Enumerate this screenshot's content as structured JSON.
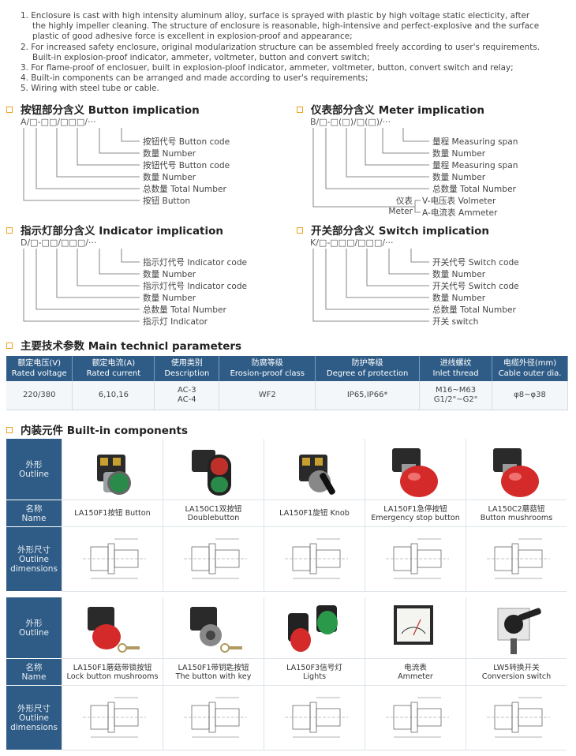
{
  "notes": [
    {
      "main": "1. Enclosure is cast with high intensity aluminum alloy, surface is sprayed with plastic by high voltage static electicity, after",
      "cont": [
        "the highly impeller cleaning. The structure of enclosure is reasonable, high-intensive and perfect-explosive and the surface",
        "plastic of good adhesive force is excellent in explosion-proof and appearance;"
      ]
    },
    {
      "main": "2. For increased safety enclosure, original modularization structure can be assembled freely according to user's requirements.",
      "cont": [
        "Built-in explosion-proof indicator, ammeter, voltmeter, button and convert switch;"
      ]
    },
    {
      "main": "3. For flame-proof of enclosuer, built in explosion-ploof indicator, ammeter, voltmeter, button, convert switch and relay;",
      "cont": []
    },
    {
      "main": "4. Built-in components can be arranged and made according to user's requirements;",
      "cont": []
    },
    {
      "main": "5. Wiring with steel tube or cable.",
      "cont": []
    }
  ],
  "button_impl": {
    "title": "按钮部分含义 Button implication",
    "code": "A/□-□□/□□□/···",
    "labels": [
      "按钮代号 Button code",
      "数量 Number",
      "按钮代号 Button code",
      "数量 Number",
      "总数量 Total Number",
      "按钮 Button"
    ]
  },
  "meter_impl": {
    "title": "仪表部分含义 Meter implication",
    "code": "B/□-□(□)/□(□)/···",
    "labels": [
      "量程 Measuring span",
      "数量 Number",
      "量程 Measuring span",
      "数量 Number",
      "总数量 Total Number",
      "V-电压表 Volmeter",
      "A-电流表 Ammeter"
    ],
    "side_top": "仪表",
    "side_bottom": "Meter"
  },
  "indicator_impl": {
    "title": "指示灯部分含义 Indicator implication",
    "code": "D/□-□□/□□□/···",
    "labels": [
      "指示灯代号 Indicator code",
      "数量 Number",
      "指示灯代号 Indicator code",
      "数量 Number",
      "总数量 Total Number",
      "指示灯 Indicator"
    ]
  },
  "switch_impl": {
    "title": "开关部分含义 Switch implication",
    "code": "K/□-□□□/□□□/···",
    "labels": [
      "开关代号 Switch code",
      "数量 Number",
      "开关代号 Switch code",
      "数量 Number",
      "总数量 Total Number",
      "开关 switch"
    ]
  },
  "params": {
    "title": "主要技术参数 Main technicl parameters",
    "headers": [
      [
        "额定电压(V)",
        "Rated voltage"
      ],
      [
        "额定电流(A)",
        "Rated current"
      ],
      [
        "使用类别",
        "Description"
      ],
      [
        "防腐等级",
        "Erosion-proof class"
      ],
      [
        "防护等级",
        "Degree of protection"
      ],
      [
        "进线螺纹",
        "Inlet thread"
      ],
      [
        "电缆外径(mm)",
        "Cable outer dia."
      ]
    ],
    "row": [
      [
        "220/380"
      ],
      [
        "6,10,16"
      ],
      [
        "AC-3",
        "AC-4"
      ],
      [
        "WF2"
      ],
      [
        "IP65,IP66*"
      ],
      [
        "M16~M63",
        "G1/2\"~G2\""
      ],
      [
        "φ8~φ38"
      ]
    ]
  },
  "components": {
    "title": "内装元件 Built-in components",
    "row_heads": {
      "outline": [
        "外形",
        "Outline"
      ],
      "name": [
        "名称",
        "Name"
      ],
      "dims": [
        "外形尺寸",
        "Outline",
        "dimensions"
      ]
    },
    "group1": [
      {
        "cn": "LA150F1按钮 Button",
        "en": "",
        "icon": "green-push-button-icon",
        "color": "#2a8a4a"
      },
      {
        "cn": "LA150C1双按钮",
        "en": "Doublebutton",
        "icon": "double-button-icon",
        "color": "#c0302a"
      },
      {
        "cn": "LA150F1旋钮 Knob",
        "en": "",
        "icon": "selector-knob-icon",
        "color": "#222222"
      },
      {
        "cn": "LA150F1急停按钮",
        "en": "Emergency stop button",
        "icon": "emergency-stop-icon",
        "color": "#d42a2a"
      },
      {
        "cn": "LA150C2蘑菇钮",
        "en": "Button mushrooms",
        "icon": "mushroom-button-icon",
        "color": "#d42a2a"
      }
    ],
    "group2": [
      {
        "cn": "LA150F1蘑菇带锁按钮",
        "en": "Lock button mushrooms",
        "icon": "lock-mushroom-icon",
        "color": "#d42a2a"
      },
      {
        "cn": "LA150F1带钥匙按钮",
        "en": "The button with key",
        "icon": "key-button-icon",
        "color": "#333333"
      },
      {
        "cn": "LA150F3信号灯",
        "en": "Lights",
        "icon": "signal-lights-icon",
        "color": "#d42a2a"
      },
      {
        "cn": "电流表",
        "en": "Ammeter",
        "icon": "ammeter-icon",
        "color": "#444444"
      },
      {
        "cn": "LW5转换开关",
        "en": "Conversion switch",
        "icon": "conversion-switch-icon",
        "color": "#333333"
      }
    ]
  }
}
